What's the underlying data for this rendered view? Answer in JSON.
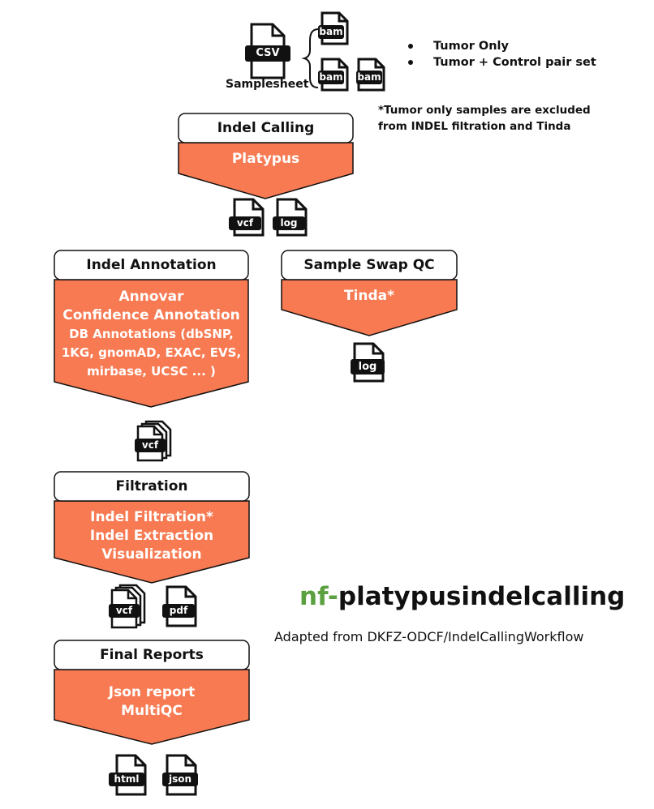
{
  "inputs": {
    "samplesheet_badge": "CSV",
    "samplesheet_label": "Samplesheet",
    "bam_badges": [
      "bam",
      "bam",
      "bam"
    ],
    "bullets": [
      "Tumor Only",
      "Tumor + Control pair set"
    ],
    "note_lines": [
      "*Tumor only samples are excluded",
      "from INDEL filtration and Tinda"
    ]
  },
  "steps": {
    "indel_calling": {
      "title": "Indel Calling",
      "lines": [
        "Platypus"
      ]
    },
    "indel_annotation": {
      "title": "Indel Annotation",
      "lines": [
        "Annovar",
        "Confidence Annotation",
        "DB Annotations (dbSNP,",
        "1KG, gnomAD, EXAC, EVS,",
        "mirbase, UCSC ... )"
      ]
    },
    "sample_swap_qc": {
      "title": "Sample Swap QC",
      "lines": [
        "Tinda*"
      ]
    },
    "filtration": {
      "title": "Filtration",
      "lines": [
        "Indel Filtration*",
        "Indel Extraction",
        "Visualization"
      ]
    },
    "final_reports": {
      "title": "Final Reports",
      "lines": [
        "Json report",
        "MultiQC"
      ]
    }
  },
  "outputs": {
    "calling": [
      "vcf",
      "log"
    ],
    "swap_qc": [
      "log"
    ],
    "annotation": [
      "vcf"
    ],
    "filtration": [
      "vcf",
      "pdf"
    ],
    "reports": [
      "html",
      "json"
    ]
  },
  "branding": {
    "prefix": "nf-",
    "name": "platypusindelcalling",
    "subtitle": "Adapted from DKFZ-ODCF/IndelCallingWorkflow"
  },
  "colors": {
    "accent": "#F77A52",
    "brand_green": "#5BA140",
    "ink": "#111111"
  }
}
